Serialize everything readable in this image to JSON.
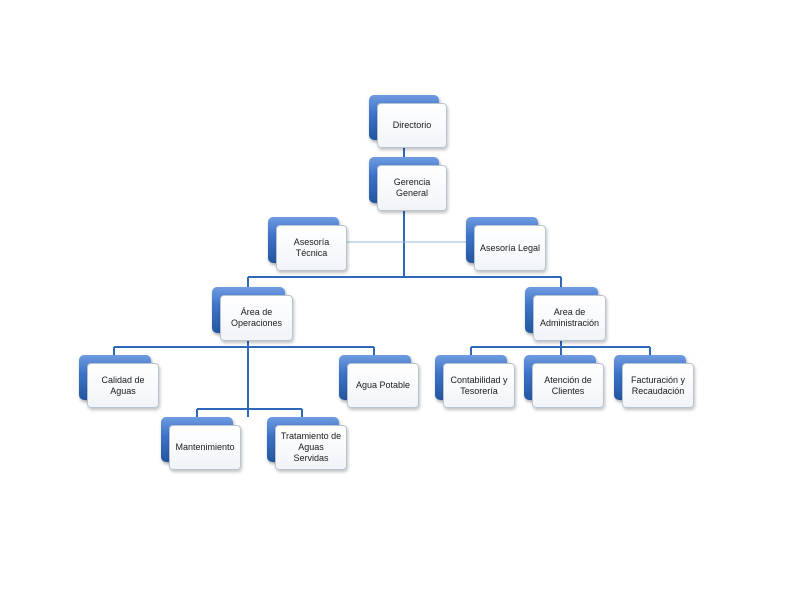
{
  "chart": {
    "nodes": {
      "directorio": "Directorio",
      "gerencia": "Gerencia\nGeneral",
      "asesoria_tecnica": "Asesoría\nTécnica",
      "asesoria_legal": "Asesoría Legal",
      "operaciones": "Área de\nOperaciones",
      "administracion": "Area de\nAdministración",
      "calidad": "Calidad de\nAguas",
      "mantenimiento": "Mantenimiento",
      "tratamiento": "Tratamiento de\nAguas Servidas",
      "agua_potable": "Agua Potable",
      "contabilidad": "Contabilidad y\nTesorería",
      "atencion": "Atención de\nClientes",
      "facturacion": "Facturación y\nRecaudación"
    },
    "colors": {
      "box_blue": "#3e74c9",
      "connector_blue": "#2f68b8",
      "staff_line": "#9ab8dc"
    }
  }
}
